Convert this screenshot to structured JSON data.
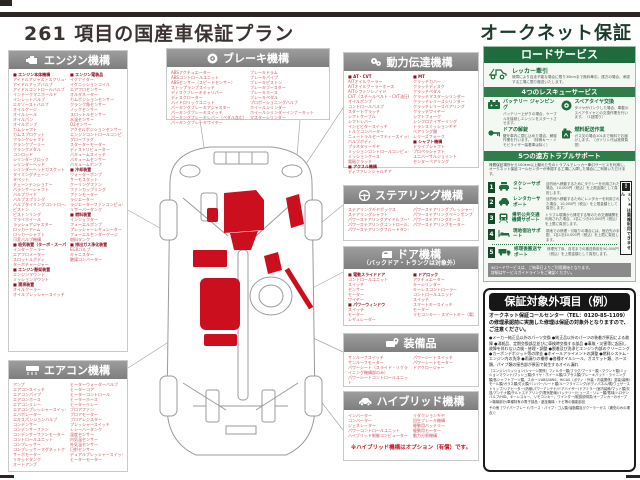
{
  "header": {
    "title": "261 項目の国産車保証プラン",
    "brand": "オークネット保証"
  },
  "colors": {
    "accent_red": "#c9414f",
    "dark_red": "#8d1022",
    "header_gray": "#8c8c8c",
    "brand_green": "#1e6b3d",
    "bar_black": "#2b2624"
  },
  "sections": {
    "engine": {
      "title": "エンジン機構",
      "col1": [
        "■ エンジン本体機構",
        "アイドルアジャストスクリュー",
        "アイドルアップバルブ",
        "アイドルコントロールバルブ",
        "インテークマニホールド",
        "インレットバルブ",
        "エキゾーストバルブ",
        "オイルゲージ",
        "オイルシール",
        "オイルパン",
        "オイルポンプ",
        "カムシャフト",
        "カムスプロケット",
        "クランクシャフト",
        "クランクプーリー",
        "クランクメタル",
        "コンロッド",
        "シリンダーブロック",
        "シリンダーヘッド",
        "シリンダーヘッドガスケット",
        "タイミングチェーン",
        "タペット",
        "チェーンテンショナー",
        "バランサーシャフト",
        "バルブガイド",
        "バルブスプリング",
        "バルブタイミングコントロール機構",
        "ピストン",
        "ピストンリング",
        "フライホイール",
        "ラッシュアジャスター",
        "ロッカーアーム",
        "ロッカーシャフト",
        "可変バルブ機構",
        "■ 吸気装置（ターボ・スーパーチャージャー含む）",
        "インタークーラー",
        "エアフロメーター",
        "スロットルボディ",
        "ターボチャージャー",
        "■ エンジン懸架装置",
        "エンジンマウント",
        "ミッションマウント",
        "■ 潤滑装置",
        "オイルクーラー",
        "オイルプレッシャースイッチ"
      ],
      "col2": [
        "■ エンジン電装品",
        "イグナイター",
        "イグニッションコイル",
        "エアフロセンサー",
        "オルタネーター",
        "カムポジションセンサー",
        "クランク角センサー",
        "ノックセンサー",
        "スロットルセンサー",
        "水温センサー",
        "O2センサー",
        "アクセルポジションセンサー",
        "エンジンコントロールコンピューター",
        "グロープラグ",
        "スターターモーター",
        "ディストリビューター",
        "バキュームスイッチ",
        "バキュームセンサー",
        "バキュームポンプ",
        "■ 冷却装置",
        "ウォーターポンプ",
        "サーモスタット",
        "クーリングファン",
        "ファンカップリング",
        "ファンモーター",
        "ラジエーター",
        "ラジエーターファンコンピューター",
        "リザーバータンク",
        "■ 燃料装置",
        "インジェクター",
        "フューエルポンプ",
        "プレッシャーレギュレーター",
        "フューエルセンダーゲージ",
        "燃料タンク",
        "■ 排出ガス浄化装置",
        "EGRバルブ",
        "キャニスター",
        "触媒コンバーター"
      ]
    },
    "aircon": {
      "title": "エアコン機構",
      "col1": [
        "アンプ",
        "エアコンスイッチ",
        "エアコンパイプ",
        "エアコンホース",
        "エアコンリレー",
        "エアコンプレッシャースイッチ",
        "エバポレーター",
        "エキスパンションバルブ",
        "コンデンサー",
        "コンデンサーファン",
        "コンデンサーファンモーター",
        "コントロールユニット",
        "コンプレッサー",
        "コンプレッサーマグネットクラッチ",
        "サーボモーター",
        "リキッドタンク",
        "オートアンプ"
      ],
      "col2": [
        "ヒーターウォーターバルブ",
        "ヒーターコア",
        "ヒーターコントロール",
        "ヒーターホース",
        "ヒーターリレー",
        "ブロアファン",
        "ブロアモーター",
        "ブロアレジスター",
        "プレッシャースイッチ",
        "レシーバータンク",
        "温度センサー",
        "内気温センサー",
        "外気温センサー",
        "日射センサー",
        "デュアルプレッシャースイッチ",
        "ヒーターモーター"
      ]
    },
    "brake": {
      "title": "ブレーキ機構",
      "col1": [
        "ABSアクチュエーター",
        "ABSコントロールユニット",
        "ABSセンサー（スピードセンサー）",
        "ストップランプスイッチ",
        "ディスクブレーキキャリパー",
        "ディスクローター",
        "ハイドロリックユニット",
        "パーキングブレーキアジャスター",
        "パーキングブレーキスイッチ",
        "パーキングブレーキレバー（ペダル含む）",
        "パーキングブレーキワイヤー"
      ],
      "col2": [
        "ブレーキドラム",
        "ブレーキパイプ",
        "ブレーキピストン",
        "ブレーキブースター",
        "ブレーキホース",
        "ブレーキペダル",
        "プロポーショニングバルブ",
        "ホイールシリンダー",
        "ホイールシリンダーインナーキット",
        "マスターシリンダー"
      ]
    },
    "powertrain": {
      "title": "動力伝達機構",
      "col1": [
        "■ AT・CVT",
        "A/Tオイルクーラー",
        "A/Tオイルクーラーホース",
        "A/Tシフトソレノイド",
        "CVT（スチールベルト・CVT油圧機構）",
        "オイルポンプ",
        "コントロールバルブ",
        "スタートクラッチ",
        "シフトケーブル",
        "シフトレバー",
        "インヒビタースイッチ",
        "トルクコンバーター",
        "ニュートラルセーフティースイッチ",
        "バルブボディ",
        "プラネタリーギヤ",
        "ミッションコントロールコンピューター",
        "ミッションケース",
        "電磁クラッチ",
        "■ アクスル機構",
        "ディファレンシャルギア"
      ],
      "col2": [
        "■ MT",
        "クラッチカバー",
        "クラッチディスク",
        "クラッチペダル",
        "クラッチマスターシリンダー",
        "クラッチレリーズシリンダー",
        "クラッチレリーズベアリング",
        "クラッチワイヤー",
        "シフトフォーク",
        "シンクロナイザーリング",
        "トランスミッションギヤ",
        "ベアリング類",
        "レリーズフォーク",
        "■ シャフト機構",
        "ドライブシャフト",
        "プロペラシャフト",
        "ユニバーサルジョイント",
        "センターベアリング"
      ]
    },
    "steering": {
      "title": "ステアリング機構",
      "col1": [
        "ステアリングギヤボックス",
        "ステアリングシャフト",
        "パワーステアリングアイドルプーリー",
        "パワーステアリングコントロールユニット",
        "パワーステアリングフルードタンク"
      ],
      "col2": [
        "パワーステアリングプレッシャースイッチ",
        "パワーステアリングベーンポンプ",
        "パワーステアリングホース",
        "パワーステアリングモーター"
      ]
    },
    "door": {
      "title": "ドア機構",
      "subtitle": "（バックドア・トランクは対象外）",
      "col1": [
        "■ 電動スライドドア",
        "コントロールユニット",
        "スイッチ",
        "センサー",
        "モーター",
        "ワイヤー",
        "■ パワーウィンドウ",
        "スイッチ",
        "モーター",
        "レギュレーター"
      ],
      "col2": [
        "■ ドアロック",
        "アクチュエーター",
        "キーシリンダー",
        "キーレスコントローラー",
        "コントロールユニット",
        "スイッチ",
        "スマートキースイッチ",
        "モーター",
        "リモコンキー・スマートキー（電池は除く）"
      ]
    },
    "equipment": {
      "title": "装備品",
      "col1": [
        "サンルーフスイッチ",
        "サンルーフモーター",
        "パワーシート（スライド・リクライニング機構部のみ）",
        "パワーシートコントロールユニット"
      ],
      "col2": [
        "パワーシートスイッチ",
        "パワーシートモーター",
        "ドアクロージャー"
      ]
    },
    "hybrid": {
      "title": "ハイブリッド機構",
      "col1": [
        "インバーター",
        "コンバーター",
        "ジェネレーター",
        "パワーコントロールユニット",
        "ハイブリッド制御コンピューター"
      ],
      "col2": [
        "リダクションギヤ",
        "回生ブレーキ機構",
        "駆動用バッテリー",
        "駆動用モーター",
        "動力分割機構"
      ],
      "note": "※ハイブリッド機構はオプション（有償）です。"
    }
  },
  "road_service": {
    "title": "ロードサービス",
    "tow_label": "レッカー牽引",
    "tow_desc": "故障により自走不能な場合に限り30kmまで無料牽引。遠方の場合、承認する工場に限り搬送いたします。",
    "rescue_title": "4つのレスキューサービス",
    "rescue": [
      {
        "label": "バッテリー ジャンピング",
        "desc": "バッテリー上がりの場合、ケーブルを接続しエンジンをスタートさせます。"
      },
      {
        "label": "スペアタイヤ交換",
        "desc": "タイヤがパンクした場合、車載のスペアタイヤとの交換作業を行います。（1回限り）"
      },
      {
        "label": "ドアの解錠",
        "desc": "鍵を車内に閉じ込めた場合、解錠作業を行います。（特殊キー・イモビライザー装着車は除く）"
      },
      {
        "label": "燃料配送作業",
        "desc": "ガス欠の場合10Lまで無料でお届けします。（ガソリン代は実費負担）"
      }
    ],
    "support_title": "5つの遠方トラブルサポート",
    "support_intro": "帰着保証場所から100km以上離れた先のトラブルでレッカー牽引サービスを利用し、オークネット保証コールセンターが承認する工場に入庫した場合にご利用いただけます。",
    "supports": [
      {
        "no": "1",
        "label": "タクシーサポート",
        "desc": "目的地へ移動するためにタクシーを利用された場合、10,000円（税込）を上限金額として負担します。"
      },
      {
        "no": "2",
        "label": "レンタカーサポート",
        "desc": "目的地へ移動するためにレンタカーを利用された場合、10,000円（税込）を上限金額として負担します。"
      },
      {
        "no": "3",
        "label": "帰宅公共交通機関サポート",
        "desc": "トラブル現場から帰宅する等のため交通機関を利用された場合、1名につき20,000円（税込）を上限に負担します。"
      },
      {
        "no": "4",
        "label": "現地宿泊サポート",
        "desc": "現地での修理・引取りの場合には、宿泊先の手配、1名1泊10,000円（税込）を上限に負担します。"
      },
      {
        "no": "5",
        "label": "修理後搬送サポート",
        "desc": "修理完了後、自宅までの搬送費用を50,000円（税込）を上限金額として負担します。"
      }
    ],
    "side_note": "①〜④は重複利用できません",
    "footer_note1": "※ロードサービスは、ご納車日よりご利用開始となります。",
    "footer_note2": "詳細はサービスガイドラインをご確認ください。"
  },
  "excluded": {
    "title": "保証対象外項目（例）",
    "intro": "オークネット保証コールセンター（TEL：0120-85-1109）の修理承認前に実施した修理は保証の対象外となりますので、ご注意ください。",
    "bullets": "●メーカー純正品以外のパーツ交換 ●純正品以外のパーツの装着が原因による故障 ●消耗品、定期交換部品並びに車検時交換する部品 ●事故・災害等に起因し故障を伴わない点検・修理・調整 ●脱着及び洗浄とエンジン内部のクリーニング ●カーボンデポジット等の除去 ●ホイールアライメントの調整 ●燃料システム・エンジン内の洗浄 ●雨漏りの補修 ●各種オイルシール、ガスケット類、ホース類、パイプ類の接合部が原因で発生するオイル漏れ",
    "detail": "［エンジン/ミッション/シャーシ関係］フィルター類/プラグ/プーリー類・マウント類/ミッションマウント/ブッシュ類/タイヤ・ホイール類/エアサス類/ブレーキパッド・ライニング類/各シャフトブーツ類、スポーツABS/4WS、HICAS（ボディ・外装・内装関係）塗装/装飾/モール類/ガラス類/灯火類/バンパー/シート類/ルーフライニング/ボディパネル/幌/ウェザーストリップ/リアヒーター/熱線/パワーアンテナ/ドアバイザー/ドアミラー/室内装飾/マット類/灰皿/アンテナ類/チルトステアリング/電気配線/バッテリー/ヒューズ・リレー類/電球/ハロゲンバルブ/HID、キーレスキー、リモコンキー、ワインダー/取扱説明書/オープンカーのオープン機構部分/車種特有の電子部品・遊技機構・ナビ等の機能部品",
    "other": "その他［ワイパーブレード/ホース・パイプ・ゴム類/油脂類及びクーラーガス（補充のみの場合）］"
  }
}
